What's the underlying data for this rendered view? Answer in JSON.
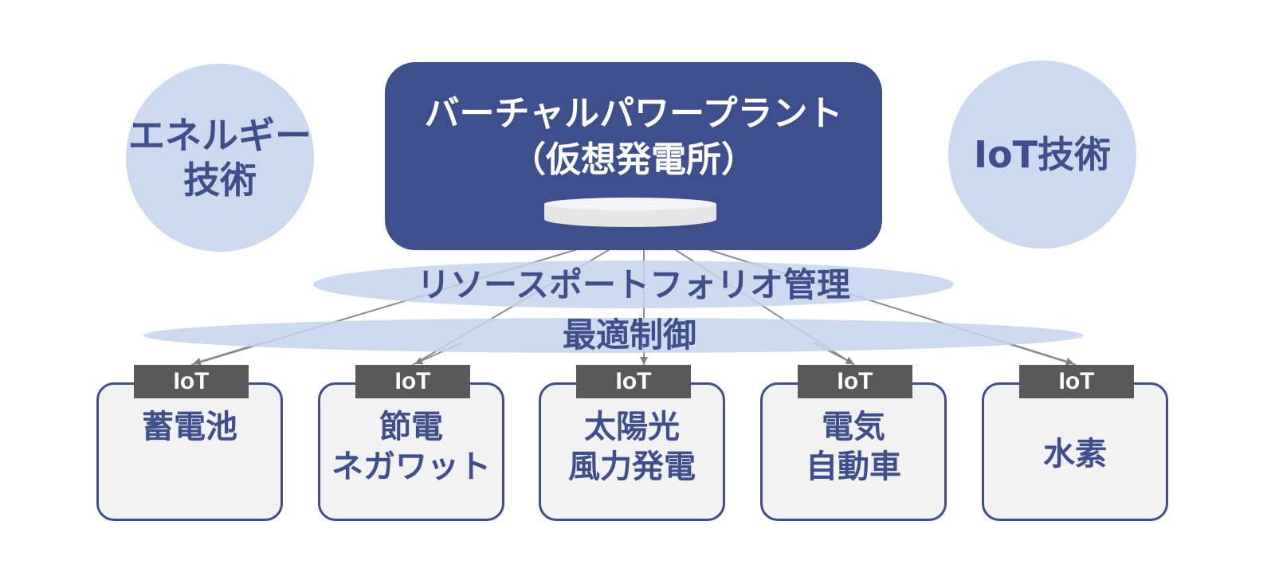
{
  "colors": {
    "navy": "#3d4f8d",
    "light_blue": "#ccd9ee",
    "box_fill": "#f2f2f2",
    "tag_gray": "#595959"
  },
  "circles": {
    "left": {
      "line1": "エネルギー",
      "line2": "技術"
    },
    "right": {
      "line1": "IoT技術"
    }
  },
  "vpp": {
    "line1": "バーチャルパワープラント",
    "line2": "（仮想発電所）"
  },
  "layers": {
    "portfolio": "リソースポートフォリオ管理",
    "optimal": "最適制御"
  },
  "resources": [
    {
      "tag": "IoT",
      "lines": [
        "蓄電池"
      ]
    },
    {
      "tag": "IoT",
      "lines": [
        "節電",
        "ネガワット"
      ]
    },
    {
      "tag": "IoT",
      "lines": [
        "太陽光",
        "風力発電"
      ]
    },
    {
      "tag": "IoT",
      "lines": [
        "電気",
        "自動車"
      ]
    },
    {
      "tag": "IoT",
      "lines": [
        "水素"
      ]
    }
  ]
}
